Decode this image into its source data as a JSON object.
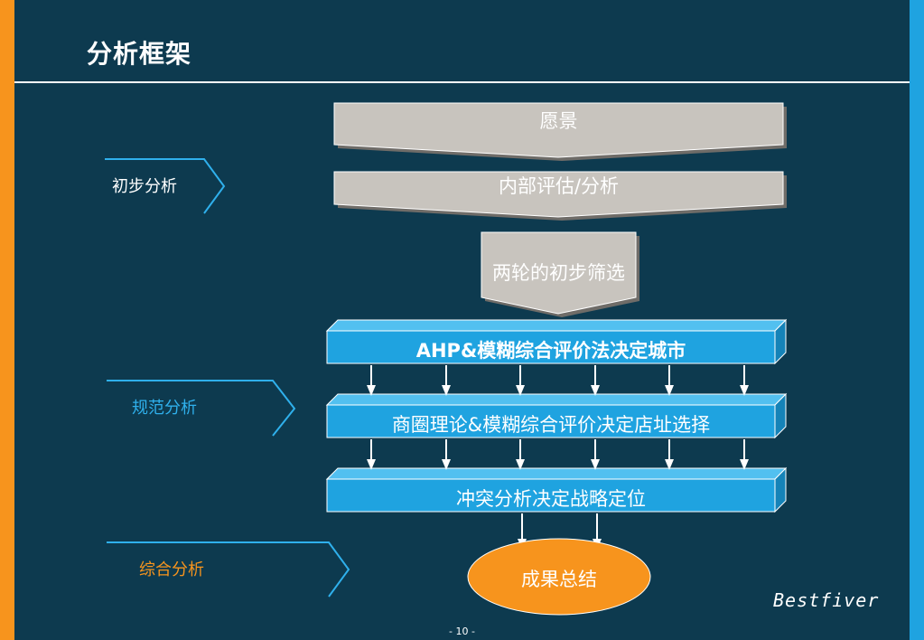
{
  "slide": {
    "title": "分析框架",
    "brand": "Bestfiver",
    "page_number": "- 10 -"
  },
  "stage_labels": {
    "preliminary": "初步分析",
    "normative": "规范分析",
    "comprehensive": "综合分析"
  },
  "flow": {
    "vision": "愿景",
    "internal_eval": "内部评估/分析",
    "two_round_screening": "两轮的初步筛选",
    "ahp_city": "AHP&模糊综合评价法决定城市",
    "store_site": "商圈理论&模糊综合评价决定店址选择",
    "conflict_strategy": "冲突分析决定战略定位",
    "result_summary": "成果总结"
  },
  "colors": {
    "background": "#0d3a4f",
    "gray_box": "#c8c4be",
    "blue_box": "#1fa3e0",
    "orange": "#f7941d",
    "chevron_blue": "#2fb0ec"
  }
}
